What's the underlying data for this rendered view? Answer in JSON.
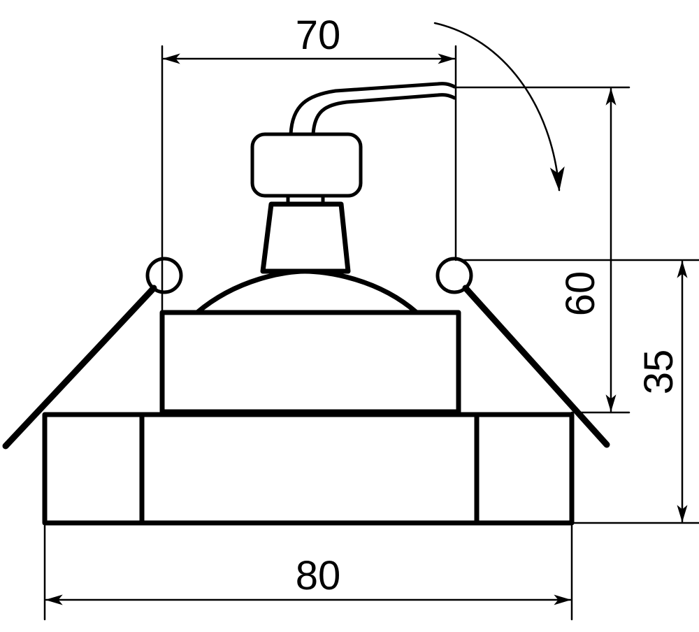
{
  "dimensions": {
    "top_width": "70",
    "bottom_width": "80",
    "total_height": "60",
    "body_height": "35"
  },
  "colors": {
    "ink": "#000000",
    "background": "#ffffff"
  }
}
